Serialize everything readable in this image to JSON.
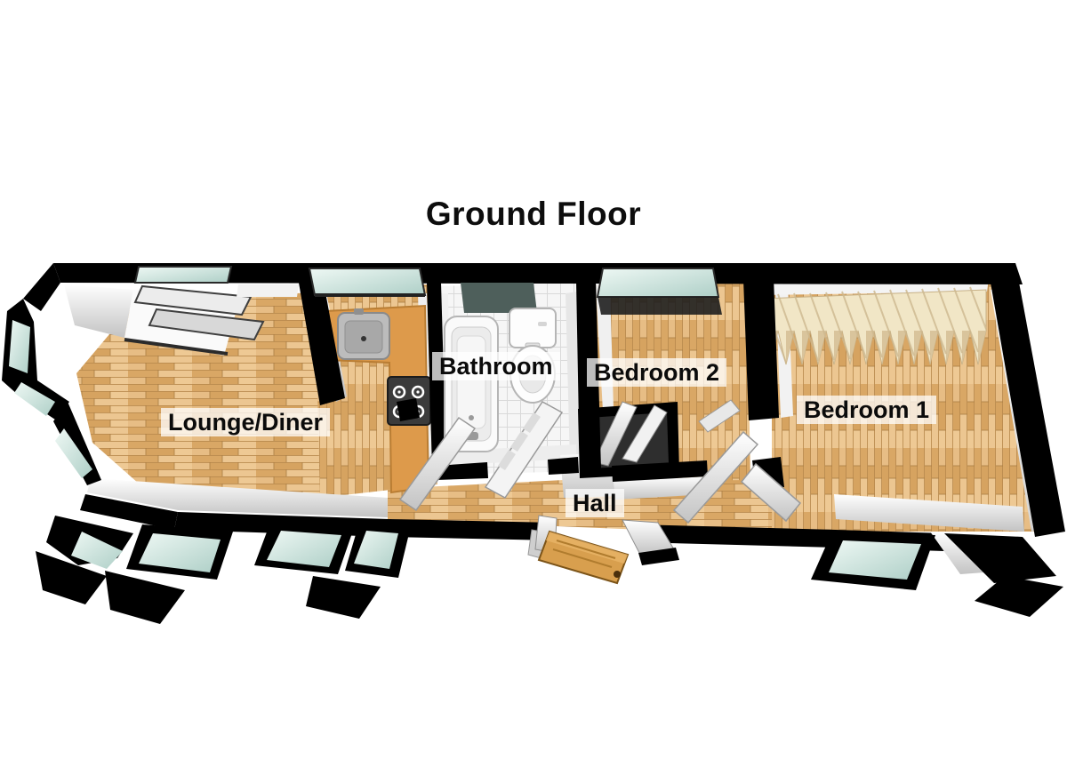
{
  "title": "Ground Floor",
  "rooms": {
    "lounge_diner": {
      "label": "Lounge/Diner"
    },
    "bathroom": {
      "label": "Bathroom"
    },
    "bedroom_2": {
      "label": "Bedroom 2"
    },
    "bedroom_1": {
      "label": "Bedroom 1"
    },
    "hall": {
      "label": "Hall"
    }
  },
  "fixtures": {
    "kitchen_area": [
      "counter",
      "sink",
      "hob"
    ],
    "bathroom": [
      "bathtub",
      "toilet"
    ],
    "bedroom_1": [
      "fitted-wardrobe"
    ],
    "bedroom_2": [
      "closet"
    ],
    "hall": [
      "front-door"
    ]
  },
  "colors": {
    "wall": "#000000",
    "wood_floor": "#e2b77c",
    "wood_stripe": "#c9975b",
    "tile_floor": "#f6f6f6",
    "glass": "#cfe4dd",
    "glass_dark": "#4e5f5b",
    "counter": "#dd9a4b",
    "front_door": "#d89f4e",
    "wardrobe_pleat": "#f1e6c6",
    "wall_face": "#e8e8e8",
    "label_background": "rgba(255,255,255,0.74)",
    "label_text": "#000000",
    "background": "#ffffff"
  }
}
